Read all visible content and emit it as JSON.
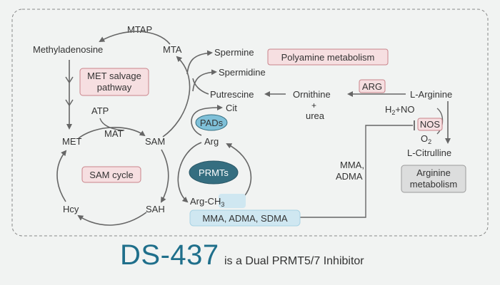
{
  "colors": {
    "pink_fill": "#f6dfe1",
    "pink_stroke": "#c9838a",
    "blue_fill": "#7fc0d8",
    "dark_teal": "#356e80",
    "light_blue": "#cfe7f1",
    "grey_fill": "#dcdddd",
    "title_color": "#1f6f8b"
  },
  "labels": {
    "mtap": "MTAP",
    "methyladenosine": "Methyladenosine",
    "mta": "MTA",
    "spermine": "Spermine",
    "spermidine": "Spermidine",
    "putrescine": "Putrescine",
    "ornithine": "Ornithine",
    "plus": "+",
    "urea": "urea",
    "l_arginine": "L-Arginine",
    "h2no_prefix": "H",
    "h2no_sub": "2",
    "h2no_suffix": "+NO",
    "o2_prefix": "O",
    "o2_sub": "2",
    "l_citrulline": "L-Citrulline",
    "atp": "ATP",
    "mat": "MAT",
    "met": "MET",
    "sam": "SAM",
    "hcy": "Hcy",
    "sah": "SAH",
    "cit": "Cit",
    "arg": "Arg",
    "arg_ch3_prefix": "Arg-CH",
    "arg_ch3_sub": "3",
    "mma_adma_line1": "MMA,",
    "mma_adma_line2": "ADMA"
  },
  "boxes": {
    "polyamine": "Polyamine metabolism",
    "met_salvage_line1": "MET salvage",
    "met_salvage_line2": "pathway",
    "sam_cycle": "SAM cycle",
    "arg_enzyme": "ARG",
    "nos": "NOS",
    "arginine_metabolism_line1": "Arginine",
    "arginine_metabolism_line2": "metabolism",
    "pads": "PADs",
    "prmts": "PRMTs",
    "mma_adma_sdma": "MMA, ADMA, SDMA"
  },
  "caption": {
    "title": "DS-437",
    "subtitle": "is a Dual PRMT5/7 Inhibitor"
  }
}
